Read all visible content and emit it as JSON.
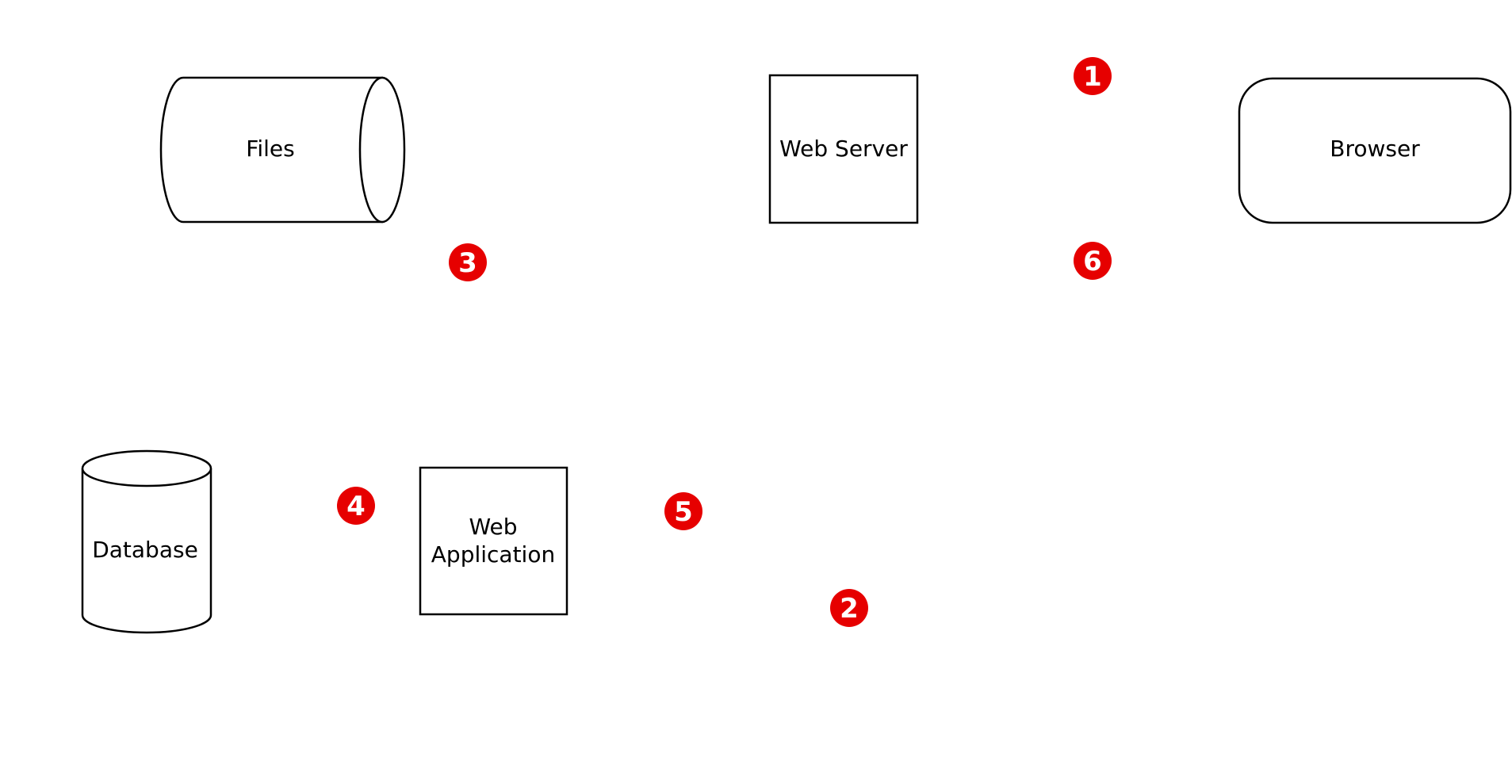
{
  "colors": {
    "background": "#ffffff",
    "stroke": "#000000",
    "step_marker": "#e60000",
    "step_text": "#ffffff"
  },
  "nodes": {
    "files": {
      "label": "Files",
      "shape": "horizontal-cylinder"
    },
    "web_server": {
      "label": "Web Server",
      "shape": "rectangle"
    },
    "browser": {
      "label": "Browser",
      "shape": "rounded-rectangle"
    },
    "database": {
      "label": "Database",
      "shape": "vertical-cylinder"
    },
    "web_application": {
      "label_line1": "Web",
      "label_line2": "Application",
      "shape": "rectangle"
    }
  },
  "steps": {
    "s1": "1",
    "s2": "2",
    "s3": "3",
    "s4": "4",
    "s5": "5",
    "s6": "6"
  }
}
